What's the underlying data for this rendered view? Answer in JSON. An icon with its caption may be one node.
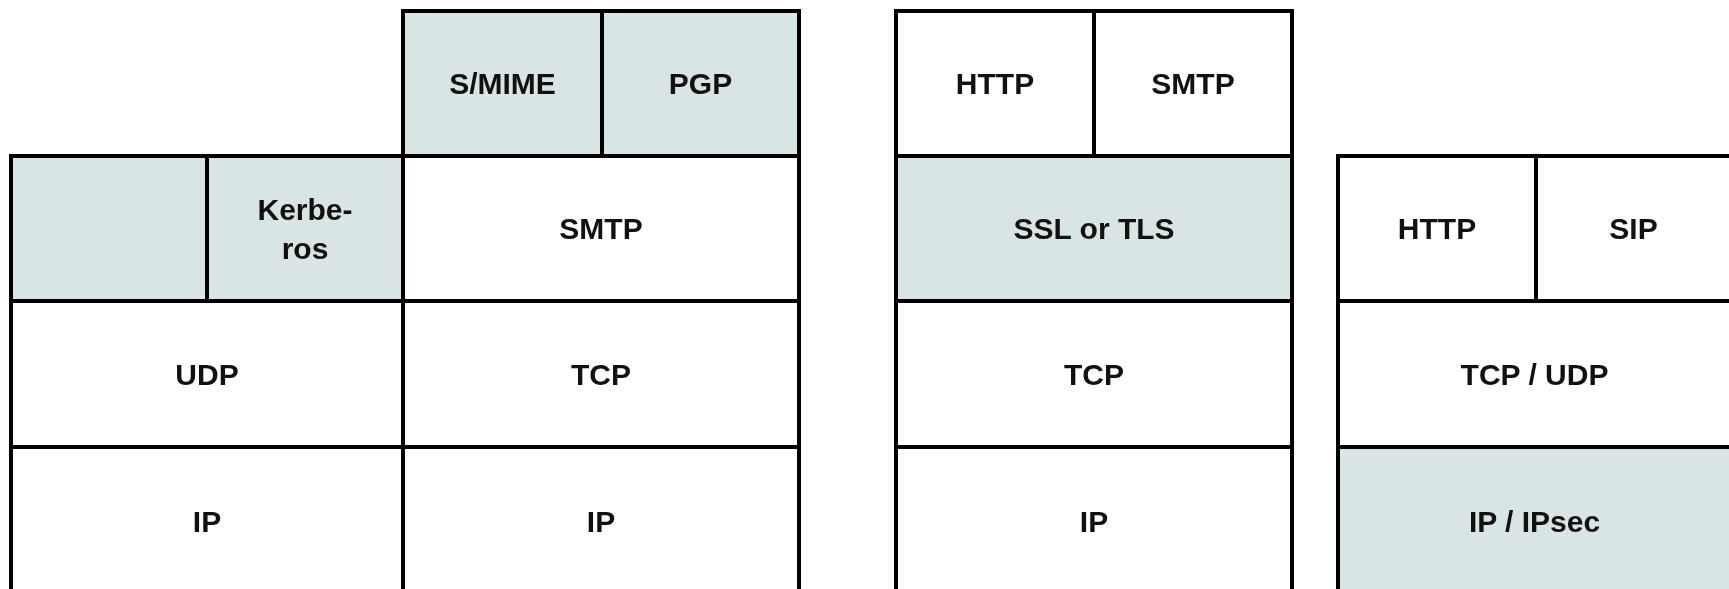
{
  "diagram": {
    "nodes": [
      {
        "text": [
          "S/MIME"
        ]
      },
      {
        "text": [
          "PGP"
        ]
      },
      {
        "text": [
          "HTTP"
        ]
      },
      {
        "text": [
          "SMTP"
        ]
      },
      {
        "text": [],
        "shape": "box"
      },
      {
        "text": [
          "Kerbe- ros"
        ]
      },
      {
        "text": [
          "SMTP"
        ]
      },
      {
        "text": [
          "SSL or TLS"
        ]
      },
      {
        "text": [
          "HTTP"
        ]
      },
      {
        "text": [
          "SIP"
        ]
      },
      {
        "text": [
          "UDP"
        ]
      },
      {
        "text": [
          "TCP"
        ]
      },
      {
        "text": [
          "TCP"
        ]
      },
      {
        "text": [
          "TCP / UDP"
        ]
      },
      {
        "text": [
          "IP"
        ]
      },
      {
        "text": [
          "IP"
        ]
      },
      {
        "text": [
          "IP"
        ]
      },
      {
        "text": [
          "IP / IPsec"
        ]
      }
    ]
  }
}
